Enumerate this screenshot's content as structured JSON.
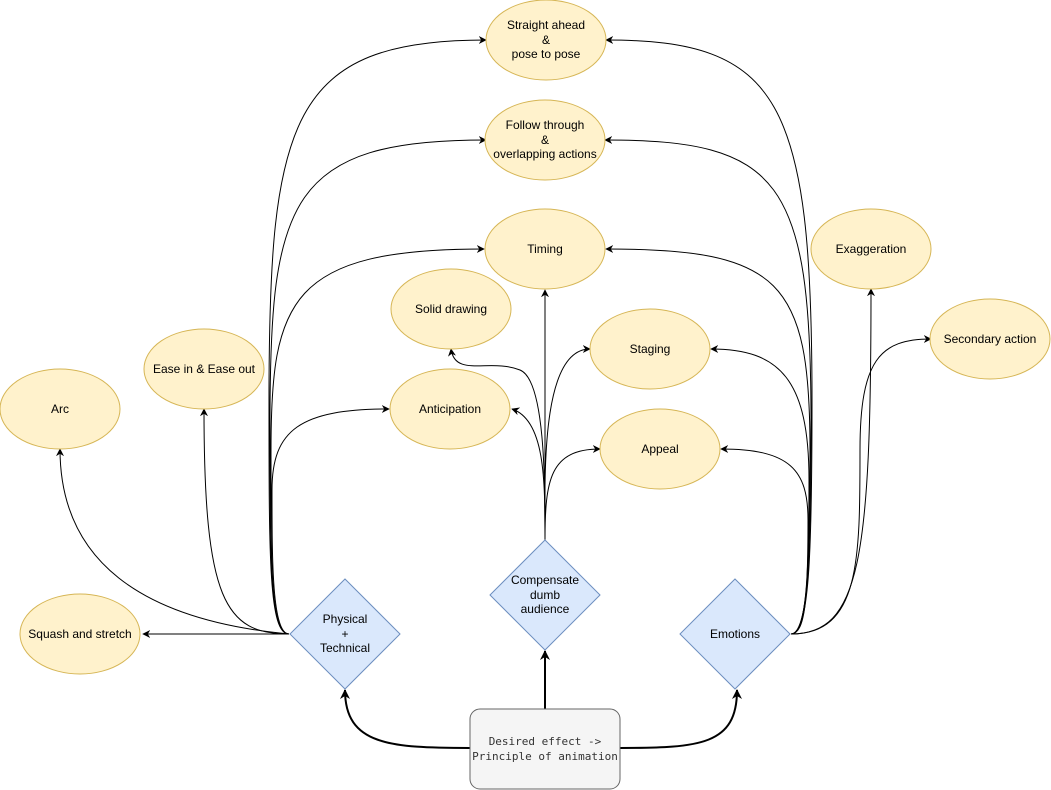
{
  "root": {
    "label": "Desired effect ->\nPrinciple of animation"
  },
  "categories": {
    "physical": "Physical\n+\nTechnical",
    "compensate": "Compensate\ndumb\naudience",
    "emotions": "Emotions"
  },
  "principles": {
    "straight_ahead": "Straight ahead\n&\npose to pose",
    "follow_through": "Follow through\n&\noverlapping actions",
    "timing": "Timing",
    "exaggeration": "Exaggeration",
    "solid_drawing": "Solid drawing",
    "staging": "Staging",
    "secondary_action": "Secondary action",
    "ease": "Ease in & Ease out",
    "anticipation": "Anticipation",
    "arc": "Arc",
    "appeal": "Appeal",
    "squash": "Squash and stretch"
  },
  "colors": {
    "principle_fill": "#fff2cc",
    "principle_stroke": "#d6b656",
    "category_fill": "#dae8fc",
    "category_stroke": "#6c8ebf",
    "root_fill": "#f5f5f5",
    "root_stroke": "#666666"
  }
}
